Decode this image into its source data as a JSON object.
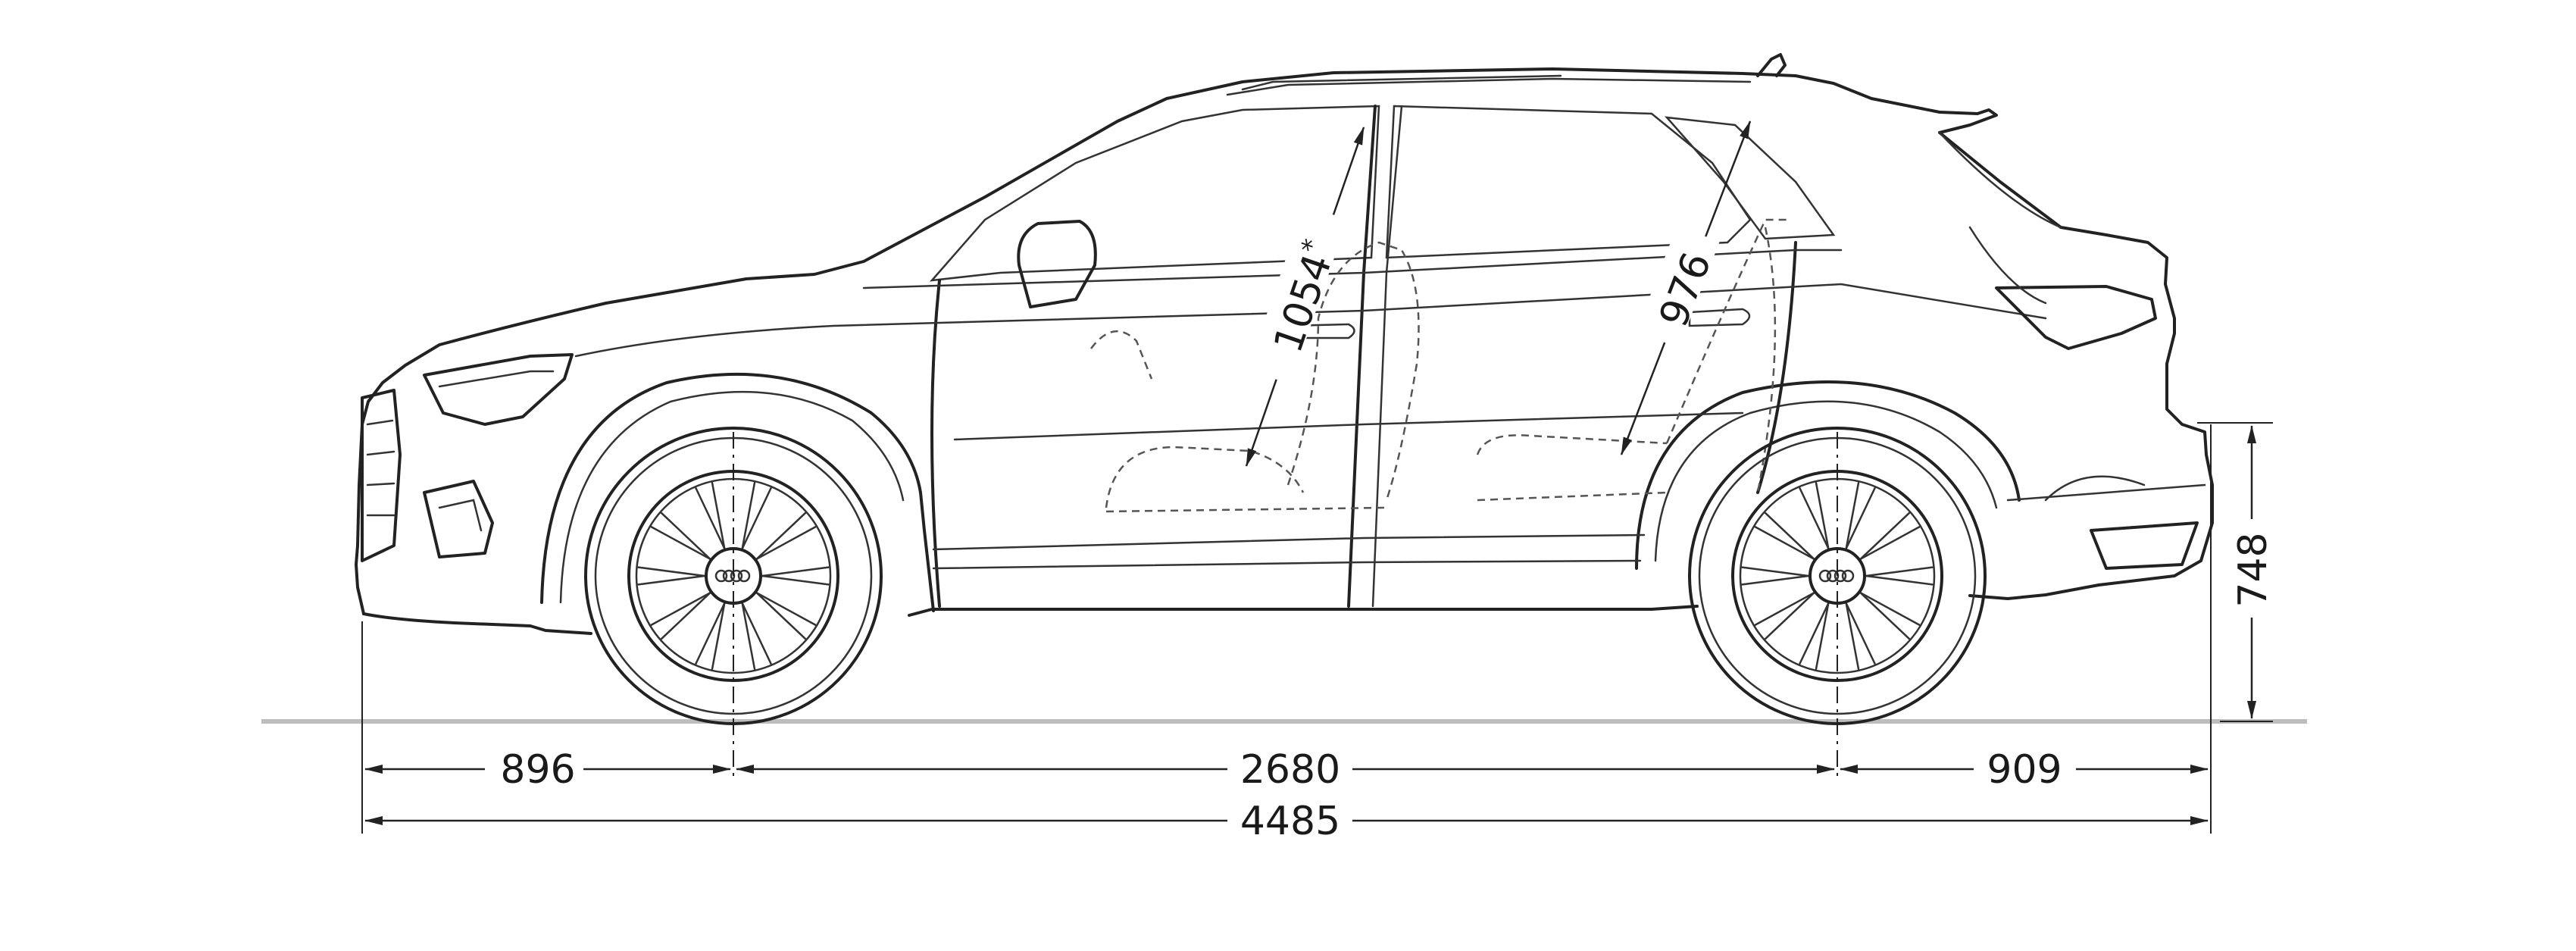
{
  "drawing": {
    "subject": "SUV side elevation dimension drawing",
    "units": "mm",
    "dimensions": {
      "front_overhang": "896",
      "wheelbase": "2680",
      "rear_overhang": "909",
      "overall_length": "4485",
      "rear_threshold_height": "748",
      "front_headroom": "1054",
      "front_headroom_mark": "*",
      "rear_headroom": "976"
    }
  }
}
